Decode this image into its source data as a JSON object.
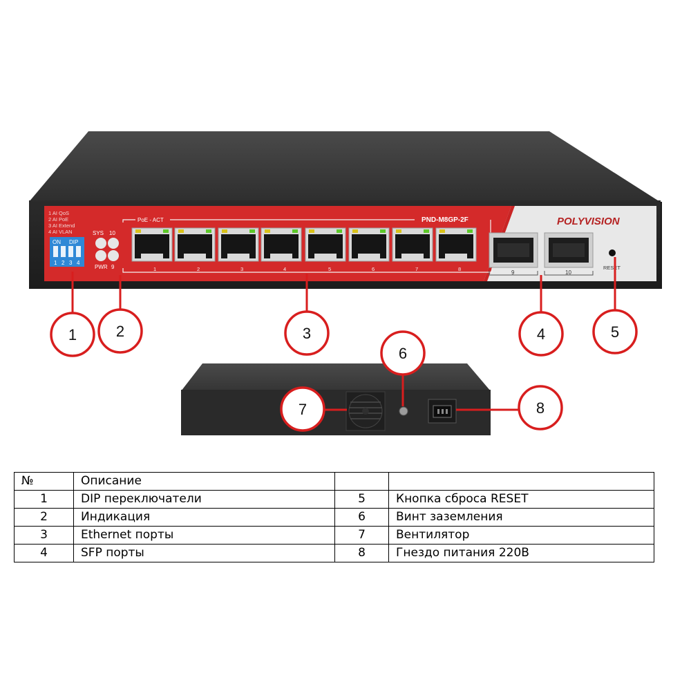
{
  "front": {
    "dip_legend": [
      "1 AI QoS",
      "2 AI PoE",
      "3 AI Extend",
      "4 AI VLAN"
    ],
    "dip_on_label": "ON",
    "dip_dip_label": "DIP",
    "dip_numbers": [
      "1",
      "2",
      "3",
      "4"
    ],
    "sys_label": "SYS",
    "pwr_label": "PWR",
    "led_label_10": "10",
    "led_label_9": "9",
    "poe_act_label": "PoE - ACT",
    "model_label": "PND-M8GP-2F",
    "brand_logo": "POLYVISION",
    "port_numbers": [
      "1",
      "2",
      "3",
      "4",
      "5",
      "6",
      "7",
      "8"
    ],
    "sfp_numbers": [
      "9",
      "10"
    ],
    "reset_label": "RESET"
  },
  "callouts": [
    "1",
    "2",
    "3",
    "4",
    "5",
    "6",
    "7",
    "8"
  ],
  "colors": {
    "accent_red": "#d42a2a",
    "callout_red": "#d81e1e",
    "chassis": "#3b3b3b",
    "dip_blue": "#2f88d6"
  },
  "table": {
    "header": [
      "№",
      "Описание",
      "",
      ""
    ],
    "rows": [
      [
        "1",
        "DIP переключатели",
        "5",
        "Кнопка сброса RESET"
      ],
      [
        "2",
        "Индикация",
        "6",
        "Винт заземления"
      ],
      [
        "3",
        "Ethernet порты",
        "7",
        "Вентилятор"
      ],
      [
        "4",
        "SFP порты",
        "8",
        "Гнездо питания 220В"
      ]
    ]
  }
}
